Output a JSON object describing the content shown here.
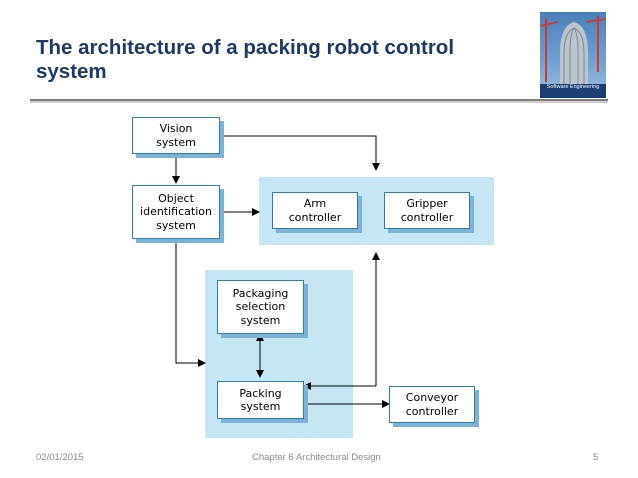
{
  "slide": {
    "title": "The architecture of a packing robot control system"
  },
  "cover": {
    "subtitle": "Software Engineering"
  },
  "diagram": {
    "nodes": {
      "vision": "Vision\nsystem",
      "object_id": "Object\nidentification\nsystem",
      "arm": "Arm\ncontroller",
      "gripper": "Gripper\ncontroller",
      "packaging_selection": "Packaging\nselection\nsystem",
      "packing": "Packing\nsystem",
      "conveyor": "Conveyor\ncontroller"
    }
  },
  "footer": {
    "date": "02/01/2015",
    "chapter": "Chapter 6 Architectural Design",
    "page": "5"
  },
  "colors": {
    "title": "#1f3864",
    "group_fill": "#c5e6f2",
    "box_border": "#2f7fb3",
    "box_shadow": "#7fb3d6",
    "footer_text": "#8a8a8a"
  }
}
